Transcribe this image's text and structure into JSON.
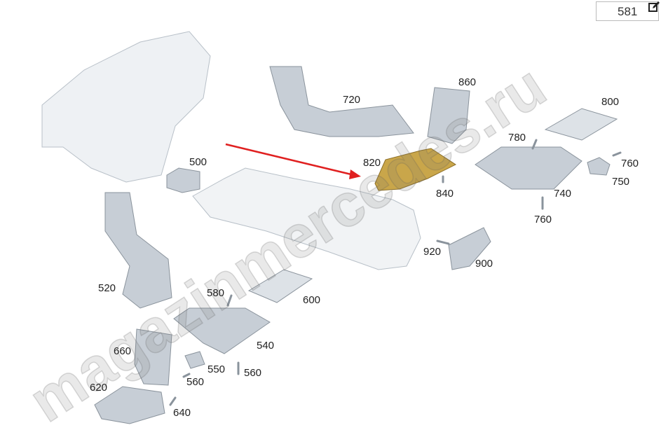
{
  "reference": {
    "number": "581",
    "edit_icon": "edit-icon"
  },
  "watermark": "magazinmercedes.ru",
  "highlight_color": "#c9a64a",
  "arrow_color": "#e02020",
  "callouts": [
    {
      "id": "p720",
      "label": "720"
    },
    {
      "id": "p860",
      "label": "860"
    },
    {
      "id": "p800",
      "label": "800"
    },
    {
      "id": "p780",
      "label": "780"
    },
    {
      "id": "p760a",
      "label": "760"
    },
    {
      "id": "p750",
      "label": "750"
    },
    {
      "id": "p740",
      "label": "740"
    },
    {
      "id": "p760b",
      "label": "760"
    },
    {
      "id": "p820",
      "label": "820"
    },
    {
      "id": "p840",
      "label": "840"
    },
    {
      "id": "p500",
      "label": "500"
    },
    {
      "id": "p920",
      "label": "920"
    },
    {
      "id": "p900",
      "label": "900"
    },
    {
      "id": "p520",
      "label": "520"
    },
    {
      "id": "p580",
      "label": "580"
    },
    {
      "id": "p600",
      "label": "600"
    },
    {
      "id": "p540",
      "label": "540"
    },
    {
      "id": "p660",
      "label": "660"
    },
    {
      "id": "p550",
      "label": "550"
    },
    {
      "id": "p560a",
      "label": "560"
    },
    {
      "id": "p560b",
      "label": "560"
    },
    {
      "id": "p620",
      "label": "620"
    },
    {
      "id": "p640",
      "label": "640"
    }
  ]
}
